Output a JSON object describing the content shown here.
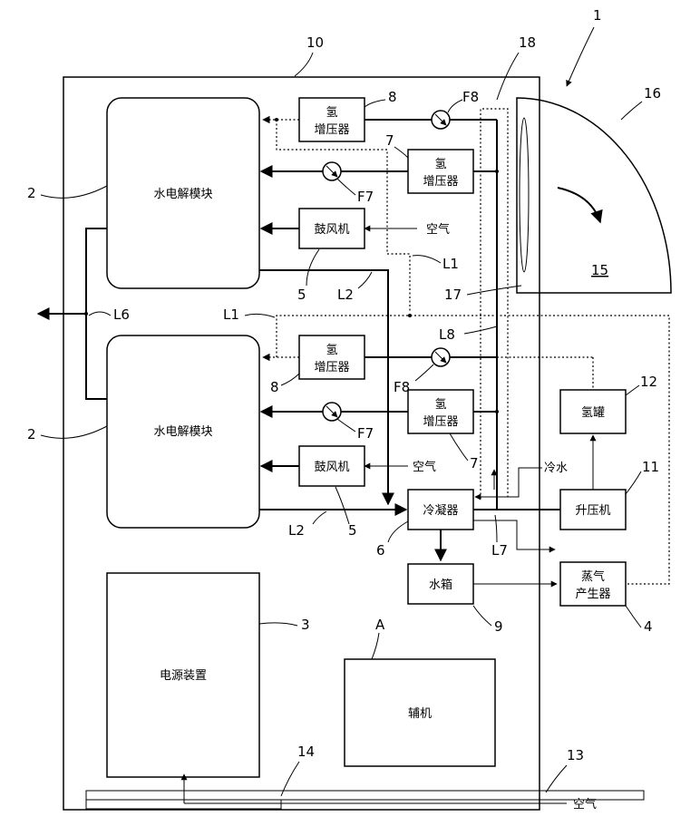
{
  "labels": {
    "ref_1": "1",
    "ref_10": "10",
    "ref_18": "18",
    "ref_16": "16",
    "ref_15": "15",
    "ref_2_top": "2",
    "ref_2_bottom": "2",
    "ref_8_top": "8",
    "ref_8_bottom": "8",
    "ref_7_top": "7",
    "ref_7_bottom": "7",
    "ref_5_top": "5",
    "ref_5_bottom": "5",
    "ref_F8_top": "F8",
    "ref_F8_bottom": "F8",
    "ref_F7_top": "F7",
    "ref_F7_bottom": "F7",
    "ref_L1_top": "L1",
    "ref_L1_left": "L1",
    "ref_L2_top": "L2",
    "ref_L2_bottom": "L2",
    "ref_L6": "L6",
    "ref_L7": "L7",
    "ref_L8": "L8",
    "ref_17": "17",
    "ref_12": "12",
    "ref_11": "11",
    "ref_6": "6",
    "ref_9": "9",
    "ref_4": "4",
    "ref_3": "3",
    "ref_A": "A",
    "ref_14": "14",
    "ref_13": "13"
  },
  "components": {
    "electrolysis_module_top": "水电解模块",
    "electrolysis_module_bottom": "水电解模块",
    "booster_8_top_line1": "氢",
    "booster_8_top_line2": "增压器",
    "booster_7_top_line1": "氢",
    "booster_7_top_line2": "增压器",
    "blower_top": "鼓风机",
    "booster_8_bottom_line1": "氢",
    "booster_8_bottom_line2": "增压器",
    "booster_7_bottom_line1": "氢",
    "booster_7_bottom_line2": "增压器",
    "blower_bottom": "鼓风机",
    "hydrogen_tank": "氢罐",
    "compressor": "升压机",
    "condenser": "冷凝器",
    "water_tank": "水箱",
    "steam_generator_line1": "蒸气",
    "steam_generator_line2": "产生器",
    "power_supply": "电源装置",
    "auxiliary": "辅机"
  },
  "flow_text": {
    "air_top": "空气",
    "air_bottom": "空气",
    "cold_water": "冷水",
    "air_intake": "空气"
  }
}
